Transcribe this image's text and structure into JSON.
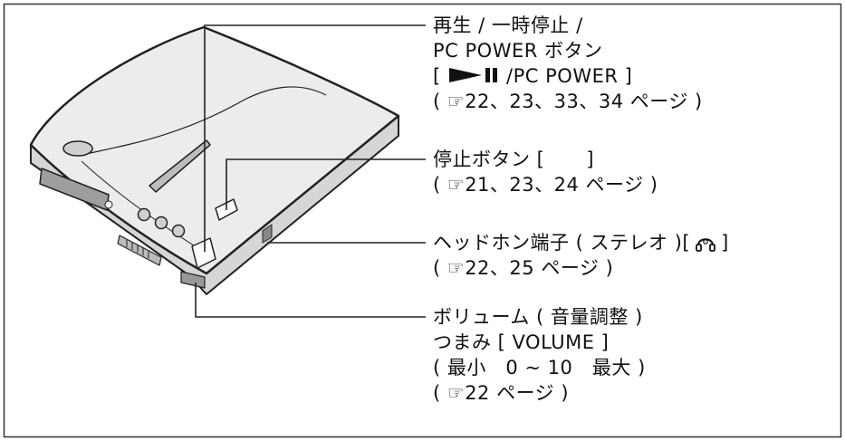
{
  "callouts": {
    "play": {
      "line1": "再生 / 一時停止 /",
      "line2": "PC POWER ボタン",
      "line3_open": "[ ",
      "line3_close": " /PC POWER ]",
      "ref": "( ☞22、23、33、34 ページ )"
    },
    "stop": {
      "line1": "停止ボタン [",
      "line1_close": "]",
      "ref": "( ☞21、23、24 ページ )"
    },
    "headphone": {
      "line1": "ヘッドホン端子 ( ステレオ )[",
      "line1_close": "]",
      "ref": "( ☞22、25 ページ )"
    },
    "volume": {
      "line1": "ボリューム ( 音量調整 )",
      "line2": "つまみ [ VOLUME ]",
      "line3": "( 最小　0 ~ 10　最大 )",
      "ref": "( ☞22 ページ )"
    }
  },
  "icons": {
    "play_pause": "play-pause-icon",
    "stop": "stop-square-icon",
    "headphone": "headphone-icon",
    "reference": "pointing-hand-icon"
  },
  "colors": {
    "line": "#222222",
    "device_body": "#e8e8e8",
    "device_edge": "#333333"
  }
}
